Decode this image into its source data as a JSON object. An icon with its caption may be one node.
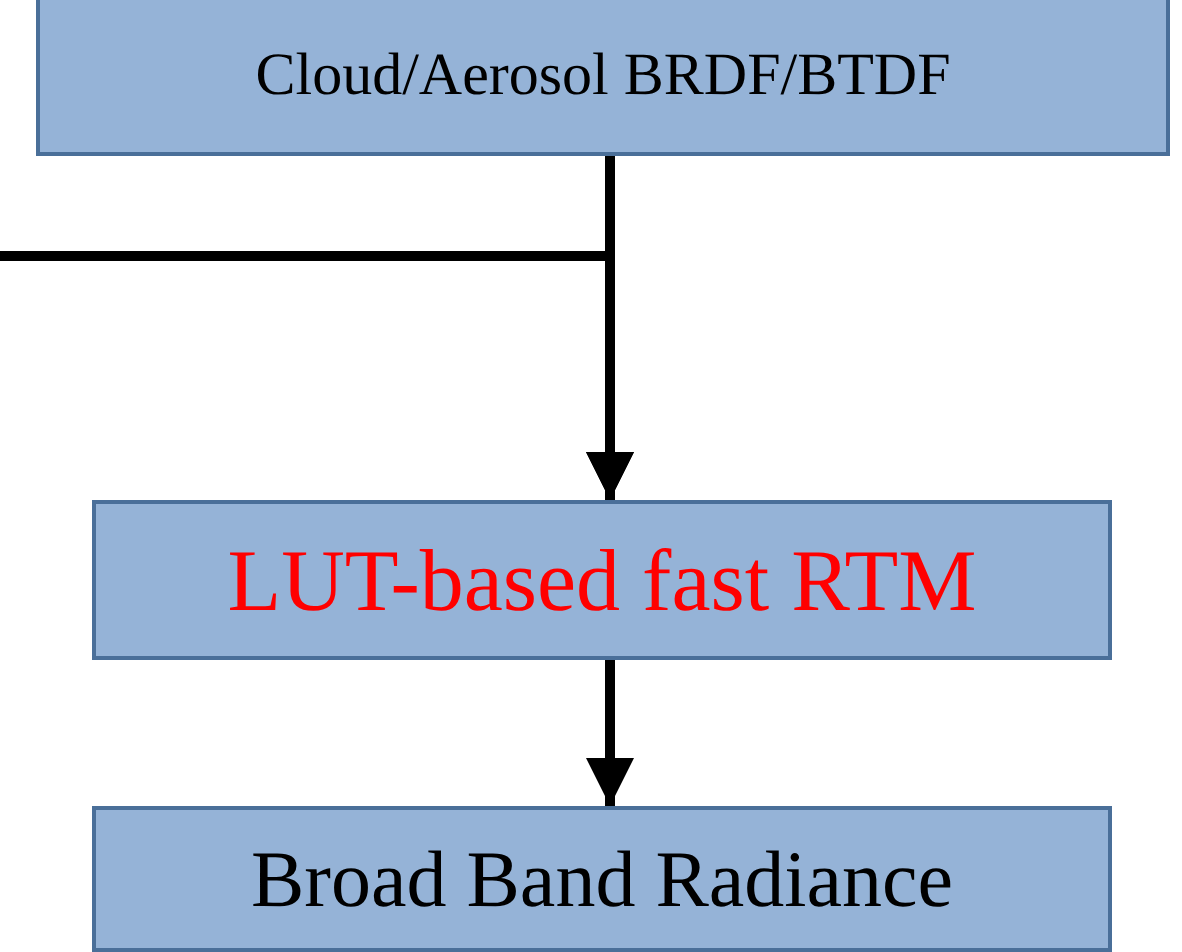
{
  "diagram": {
    "nodes": [
      {
        "text": [
          "Cloud/Aerosol BRDF/BTDF"
        ]
      },
      {
        "text": [
          "LUT-based fast RTM"
        ]
      },
      {
        "text": [
          "Broad Band Radiance"
        ]
      }
    ],
    "edges": [
      {
        "from": 0,
        "to": 1,
        "arrow": "to"
      },
      {
        "from": null,
        "to": 1,
        "arrow": "to"
      },
      {
        "from": 1,
        "to": 2,
        "arrow": "to"
      }
    ]
  }
}
